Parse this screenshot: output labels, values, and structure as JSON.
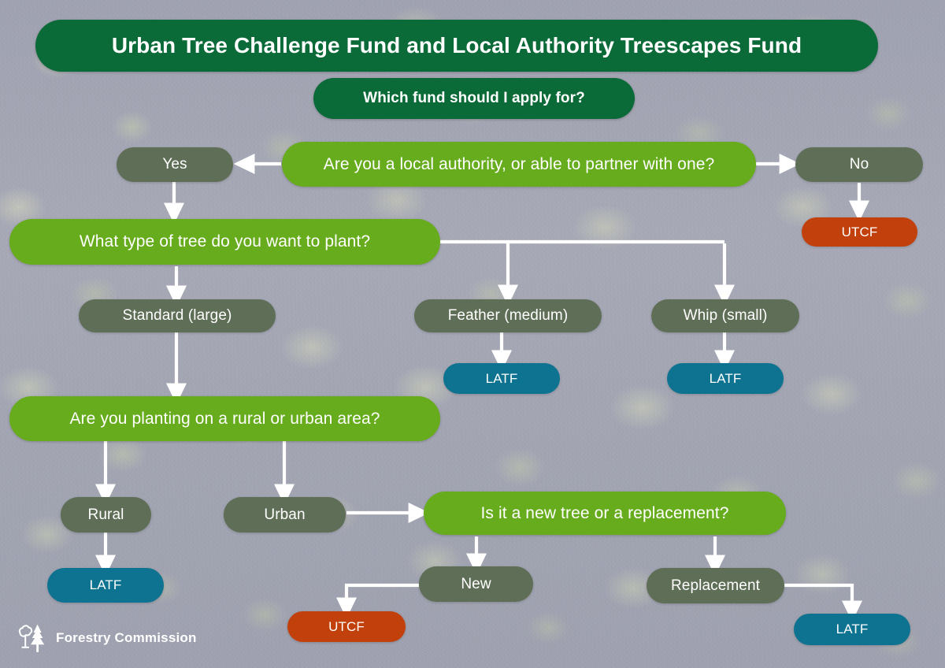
{
  "header": {
    "title": "Urban Tree Challenge Fund and Local Authority Treescapes Fund",
    "subtitle": "Which fund should I apply for?"
  },
  "colors": {
    "header_green": "#0a6a38",
    "question_green": "#66ac1c",
    "answer_grey_green": "#5f6e56",
    "utcf_orange": "#c2400b",
    "latf_teal": "#0d7391",
    "connector_white": "#ffffff",
    "background_grey": "#a5a7b5"
  },
  "nodes": {
    "q_local_authority": "Are you a local authority, or able to partner with one?",
    "a_yes": "Yes",
    "a_no": "No",
    "o_no_utcf": "UTCF",
    "q_tree_type": "What type of tree do you want to plant?",
    "a_standard": "Standard (large)",
    "a_feather": "Feather (medium)",
    "a_whip": "Whip (small)",
    "o_feather_latf": "LATF",
    "o_whip_latf": "LATF",
    "q_rural_urban": "Are you planting on a rural or urban area?",
    "a_rural": "Rural",
    "a_urban": "Urban",
    "o_rural_latf": "LATF",
    "q_new_replacement": "Is it a new tree or a replacement?",
    "a_new": "New",
    "a_replacement": "Replacement",
    "o_new_utcf": "UTCF",
    "o_replacement_latf": "LATF"
  },
  "logo": {
    "text": "Forestry Commission",
    "broadleaf_icon": "broadleaf-tree-icon",
    "conifer_icon": "conifer-tree-icon"
  }
}
